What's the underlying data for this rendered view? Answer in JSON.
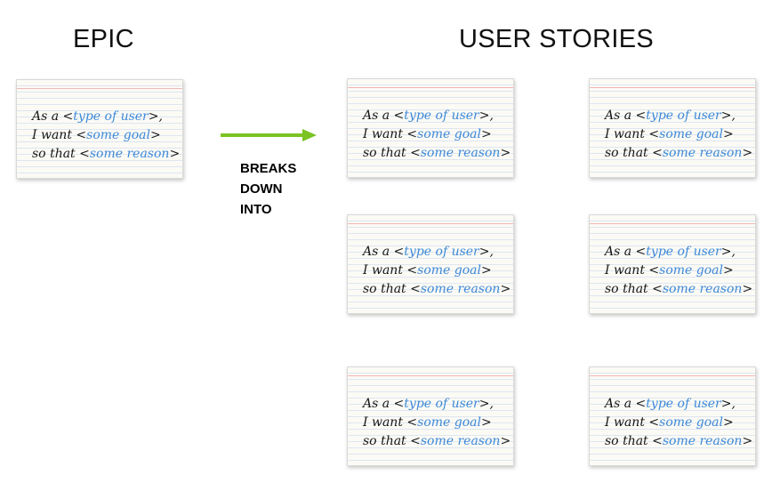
{
  "headings": {
    "epic": "EPIC",
    "stories": "USER STORIES"
  },
  "connector": {
    "label_lines": [
      "BREAKS",
      "DOWN",
      "INTO"
    ],
    "arrow_color": "#7bc324"
  },
  "colors": {
    "highlight": "#3d89d9",
    "card_top_rule": "#f2b7b7",
    "card_lines": "#dfe6f0"
  },
  "template": {
    "line1_prefix": "As a <",
    "line1_value": "type of user",
    "line1_suffix": ">,",
    "line2_prefix": "I want <",
    "line2_value": "some goal",
    "line2_suffix": ">",
    "line3_prefix": "so that <",
    "line3_value": "some reason",
    "line3_suffix": ">"
  }
}
